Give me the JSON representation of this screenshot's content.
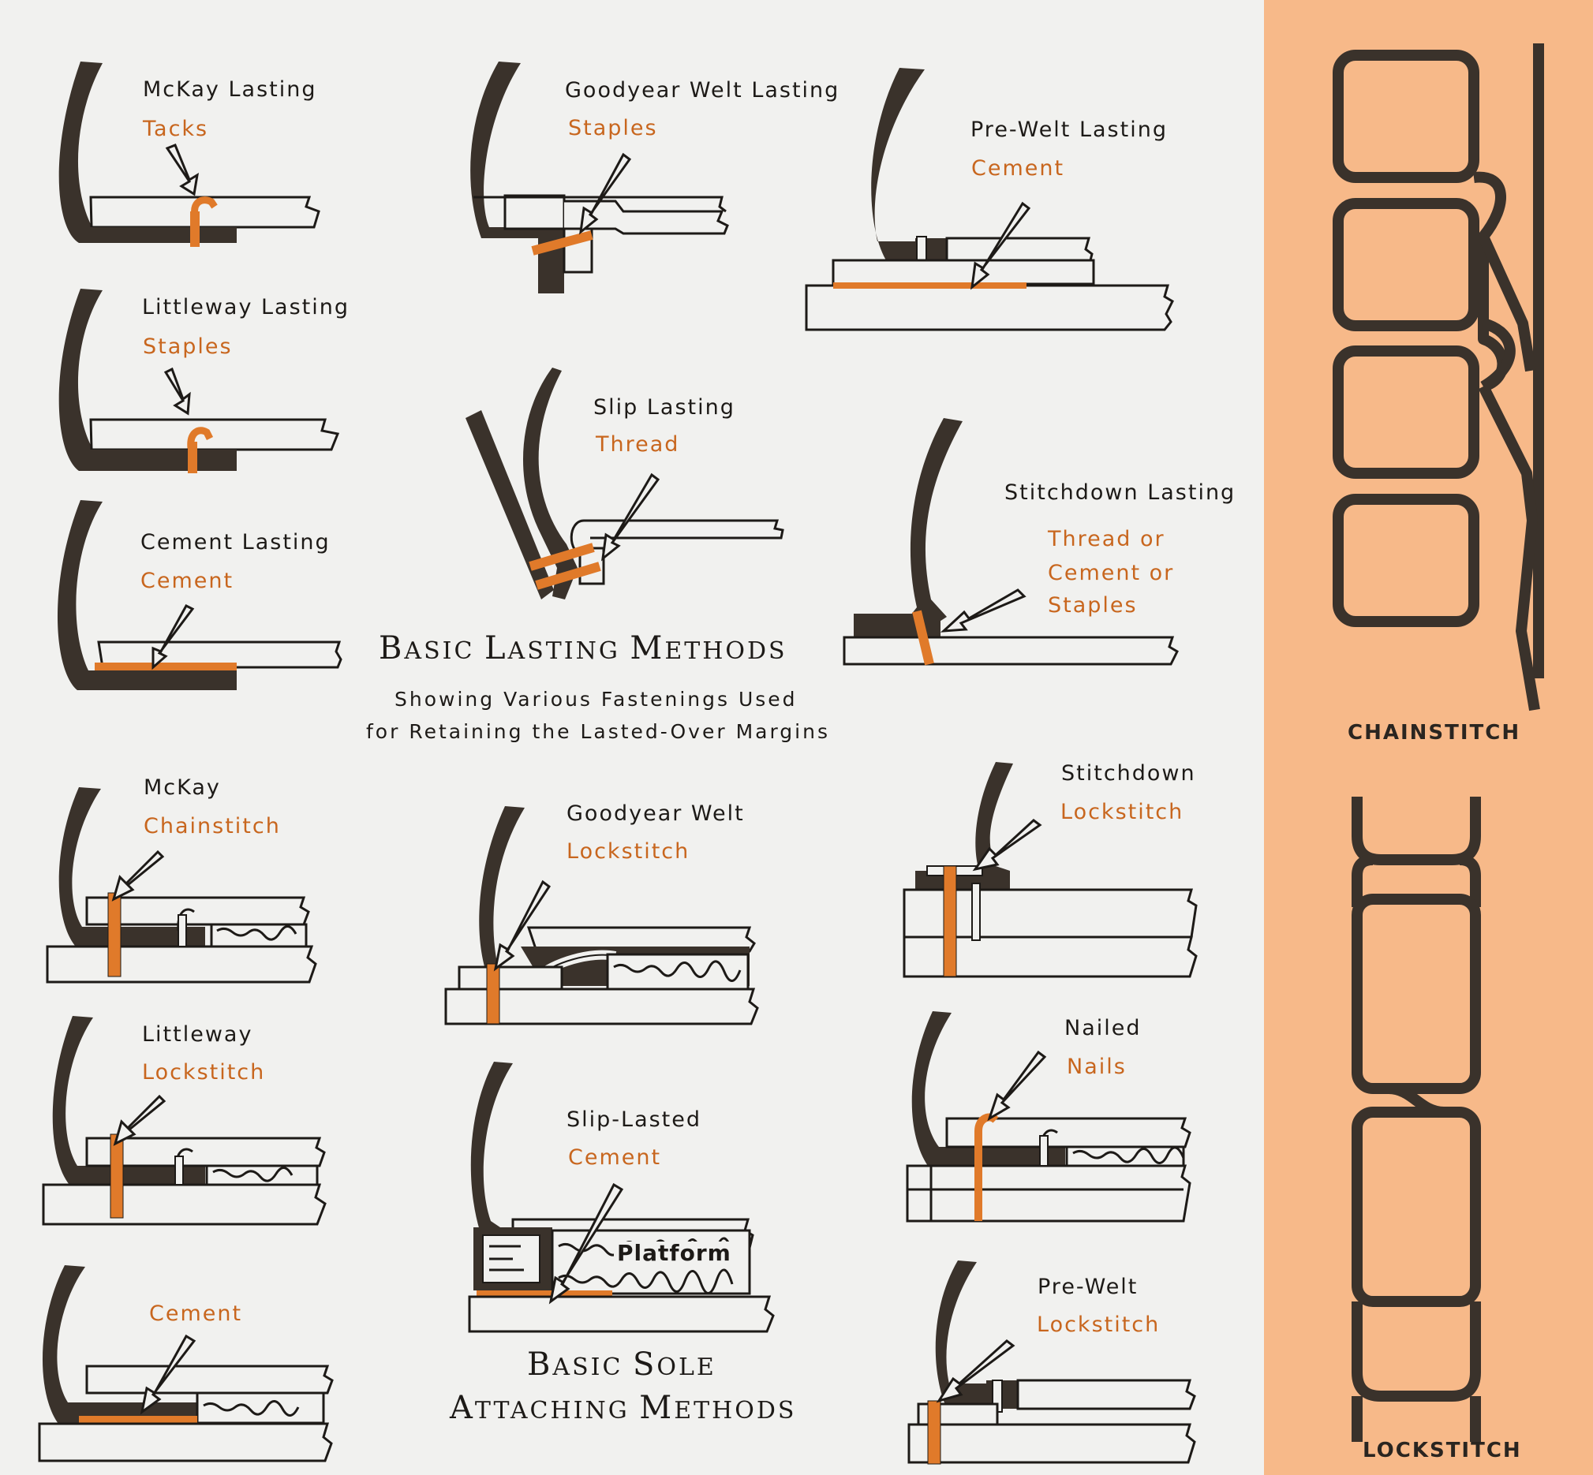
{
  "colors": {
    "background": "#f1f1ef",
    "leather": "#3a322b",
    "fastener": "#e07a2a",
    "accent_text": "#c8661e",
    "sidebar": "#f7b989",
    "outline": "#1d1a17"
  },
  "lasting": {
    "title_lead": "B",
    "title_rest": "ASIC ",
    "title_lead2": "L",
    "title_rest2": "ASTING ",
    "title_lead3": "M",
    "title_rest3": "ETHODS",
    "subtitle_line1": "Showing Various Fastenings Used",
    "subtitle_line2": "for Retaining the Lasted-Over Margins",
    "methods": [
      {
        "name": "McKay Lasting",
        "fastening": "Tacks"
      },
      {
        "name": "Littleway Lasting",
        "fastening": "Staples"
      },
      {
        "name": "Cement Lasting",
        "fastening": "Cement"
      },
      {
        "name": "Goodyear Welt Lasting",
        "fastening": "Staples"
      },
      {
        "name": "Slip Lasting",
        "fastening": "Thread"
      },
      {
        "name": "Pre-Welt Lasting",
        "fastening": "Cement"
      },
      {
        "name": "Stitchdown Lasting",
        "fastening_lines": [
          "Thread or",
          "Cement or",
          "Staples"
        ]
      }
    ]
  },
  "sole": {
    "title_line1_lead": "B",
    "title_line1_rest": "ASIC ",
    "title_line1_lead2": "S",
    "title_line1_rest2": "OLE",
    "title_line2_lead": "A",
    "title_line2_rest": "TTACHING ",
    "title_line2_lead2": "M",
    "title_line2_rest2": "ETHODS",
    "platform_label": "Platform",
    "methods": [
      {
        "name": "McKay",
        "fastening": "Chainstitch"
      },
      {
        "name": "Littleway",
        "fastening": "Lockstitch"
      },
      {
        "name": "",
        "fastening": "Cement"
      },
      {
        "name": "Goodyear Welt",
        "fastening": "Lockstitch"
      },
      {
        "name": "Slip-Lasted",
        "fastening": "Cement"
      },
      {
        "name": "Stitchdown",
        "fastening": "Lockstitch"
      },
      {
        "name": "Nailed",
        "fastening": "Nails"
      },
      {
        "name": "Pre-Welt",
        "fastening": "Lockstitch"
      }
    ]
  },
  "stitches": {
    "chain_label": "CHAINSTITCH",
    "lock_label": "LOCKSTITCH"
  }
}
